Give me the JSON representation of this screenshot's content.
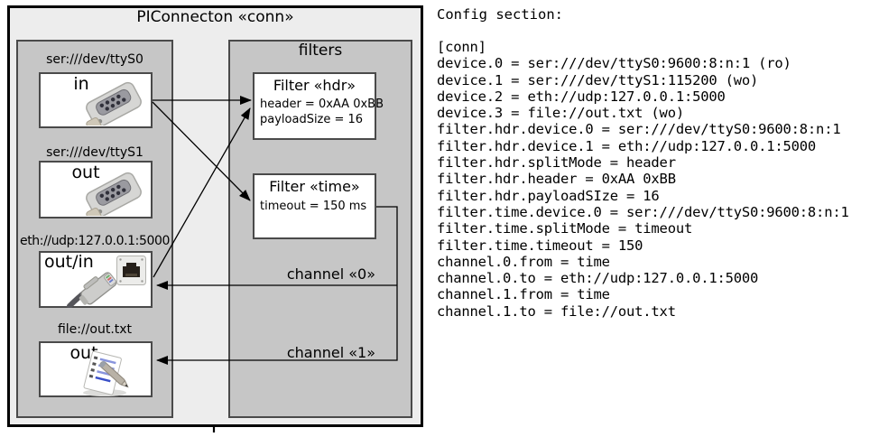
{
  "diagram": {
    "title": "PIConnecton «conn»",
    "devices": [
      {
        "label": "ser:///dev/ttyS0",
        "port": "in",
        "icon": "serial-connector-icon"
      },
      {
        "label": "ser:///dev/ttyS1",
        "port": "out",
        "icon": "serial-connector-icon"
      },
      {
        "label": "eth://udp:127.0.0.1:5000",
        "port": "out/in",
        "icon": "ethernet-plug-icon"
      },
      {
        "label": "file://out.txt",
        "port": "out",
        "icon": "notepad-icon"
      }
    ],
    "filters": {
      "title": "filters",
      "items": [
        {
          "title": "Filter «hdr»",
          "attributes": [
            "header = 0xAA 0xBB",
            "payloadSize = 16"
          ]
        },
        {
          "title": "Filter «time»",
          "attributes": [
            "timeout = 150 ms"
          ]
        }
      ]
    },
    "channels": [
      {
        "label": "channel «0»"
      },
      {
        "label": "channel «1»"
      }
    ]
  },
  "config": {
    "heading": "Config section:",
    "lines": [
      "[conn]",
      "device.0 = ser:///dev/ttyS0:9600:8:n:1 (ro)",
      "device.1 = ser:///dev/ttyS1:115200 (wo)",
      "device.2 = eth://udp:127.0.0.1:5000",
      "device.3 = file://out.txt (wo)",
      "filter.hdr.device.0 = ser:///dev/ttyS0:9600:8:n:1",
      "filter.hdr.device.1 = eth://udp:127.0.0.1:5000",
      "filter.hdr.splitMode = header",
      "filter.hdr.header = 0xAA 0xBB",
      "filter.hdr.payloadSIze = 16",
      "filter.time.device.0 = ser:///dev/ttyS0:9600:8:n:1",
      "filter.time.splitMode = timeout",
      "filter.time.timeout = 150",
      "channel.0.from = time",
      "channel.0.to = eth://udp:127.0.0.1:5000",
      "channel.1.from = time",
      "channel.1.to = file://out.txt"
    ]
  },
  "colors": {
    "canvas_fill": "#ededed",
    "panel_fill": "#c6c6c6",
    "box_border": "#4a4a4a",
    "line_color": "#000000",
    "background": "#ffffff"
  }
}
